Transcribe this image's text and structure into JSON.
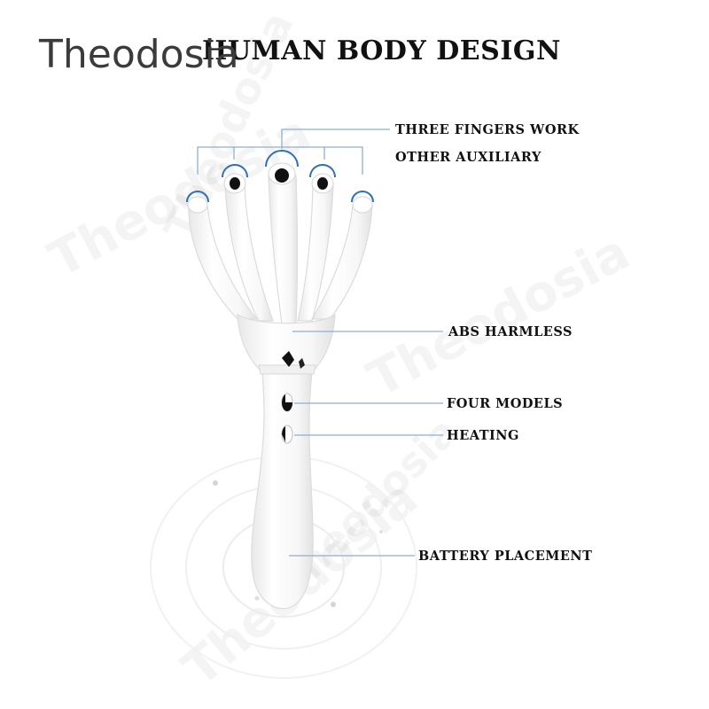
{
  "brand": "Theodosia",
  "title": "HUMAN BODY DESIGN",
  "labels": {
    "three_fingers": "THREE FINGERS WORK",
    "other_auxiliary": "OTHER AUXILIARY",
    "abs": "ABS HARMLESS",
    "four_models": "FOUR MODELS",
    "heating": "HEATING",
    "battery": "BATTERY PLACEMENT"
  },
  "watermark": "Theodosia",
  "colors": {
    "callout_line": "#8faed0",
    "ring": "#2f6fb8",
    "text": "#111111"
  }
}
